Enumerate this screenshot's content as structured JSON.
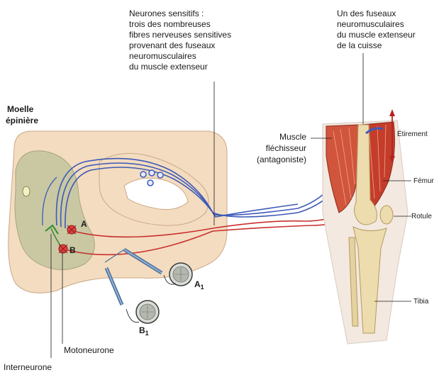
{
  "labels": {
    "moelle_line1": "Moelle",
    "moelle_line2": "épinière",
    "sensory_lines": [
      "Neurones sensitifs :",
      "trois des nombreuses",
      "fibres nerveuses sensitives",
      "provenant des fuseaux",
      "neuromusculaires",
      "du muscle extenseur"
    ],
    "spindle_lines": [
      "Un des fuseaux",
      "neuromusculaires",
      "du muscle extenseur",
      "de la cuisse"
    ],
    "flexor_lines": [
      "Muscle",
      "fléchisseur",
      "(antagoniste)"
    ],
    "stretch": "Étirement",
    "femur": "Fémur",
    "patella": "Rotule",
    "tibia": "Tibia",
    "neuron_a": "A",
    "neuron_b": "B",
    "muscle_a1": "A",
    "muscle_a1_sub": "1",
    "muscle_b1": "B",
    "muscle_b1_sub": "1",
    "motoneuron": "Motoneurone",
    "interneuron": "Interneurone"
  },
  "colors": {
    "spinal_cord": "#f4dcc0",
    "grey_matter": "#c9c8a3",
    "sensory_nerve": "#3d5ab8",
    "motor_nerve": "#c8302e",
    "interneuron": "#2e8b2e",
    "muscle": "#c8442c",
    "bone": "#ecdcae",
    "stretch_arrow": "#b52222"
  }
}
